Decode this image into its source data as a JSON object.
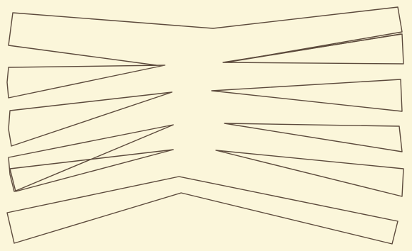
{
  "figure": {
    "paper_color": "#fbf6da",
    "ink_color": "#5c4a3c",
    "shapes": [
      "top-bridge-band",
      "left-wedge-1",
      "left-wedge-2",
      "left-wedge-3",
      "left-wedge-4",
      "right-wedge-1",
      "right-wedge-2",
      "right-wedge-3",
      "right-wedge-4",
      "bottom-arch-band"
    ]
  }
}
